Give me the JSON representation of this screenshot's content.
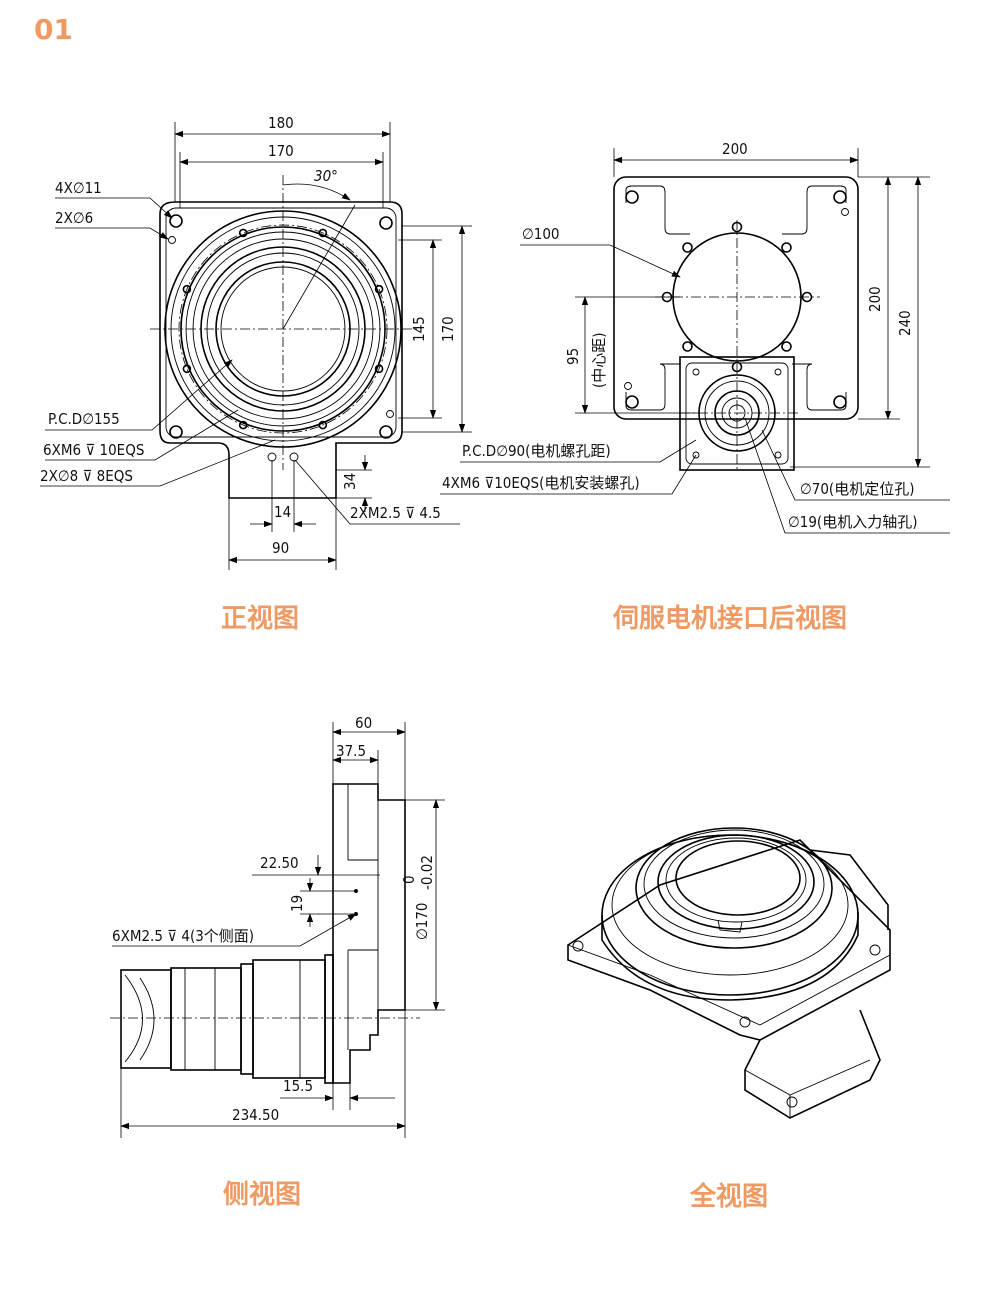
{
  "page_number": "01",
  "accent_color": "#ef9a63",
  "captions": {
    "front": "正视图",
    "rear": "伺服电机接口后视图",
    "side": "侧视图",
    "full": "全视图"
  },
  "front_view": {
    "dim_180": "180",
    "dim_170_top": "170",
    "angle_30": "30°",
    "hole_4x11": "4X∅11",
    "hole_2x6": "2X∅6",
    "dim_145": "145",
    "dim_170_right": "170",
    "pcd_155": "P.C.D∅155",
    "thread_6xm6": "6XM6 ⊽ 10EQS",
    "hole_2x8": "2X∅8 ⊽ 8EQS",
    "dim_34": "34",
    "dim_14": "14",
    "thread_2xm25": "2XM2.5 ⊽ 4.5",
    "dim_90": "90"
  },
  "rear_view": {
    "dim_200_top": "200",
    "dia_100": "∅100",
    "dim_95": "95",
    "center_distance": "(中心距)",
    "dim_200_right": "200",
    "dim_240": "240",
    "pcd_90": "P.C.D∅90(电机螺孔距)",
    "thread_4xm6": "4XM6 ⊽10EQS(电机安装螺孔)",
    "dia_70": "∅70(电机定位孔)",
    "dia_19": "∅19(电机入力轴孔)"
  },
  "side_view": {
    "dim_60": "60",
    "dim_37_5": "37.5",
    "dim_22_50": "22.50",
    "dim_19": "19",
    "dia_170": "∅170",
    "tol_upper": "0",
    "tol_lower": "-0.02",
    "thread_side": "6XM2.5 ⊽ 4(3个侧面)",
    "dim_15_5": "15.5",
    "dim_234_50": "234.50"
  }
}
